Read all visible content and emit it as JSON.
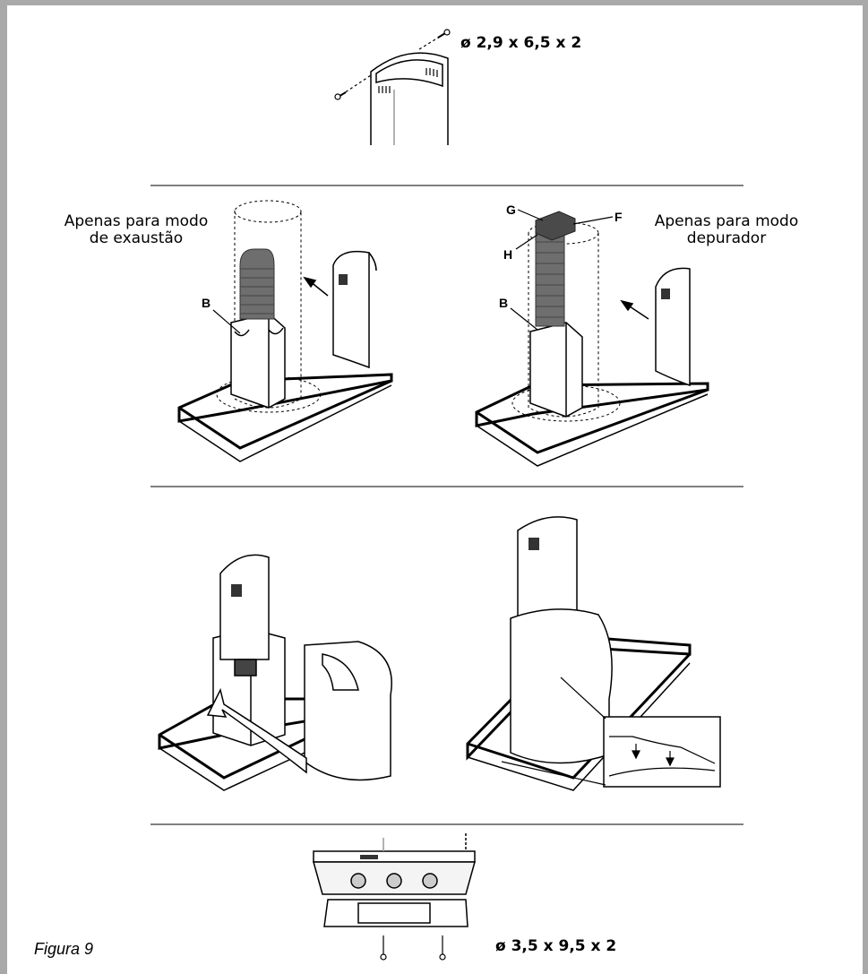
{
  "figure": {
    "caption": "Figura 9"
  },
  "step1": {
    "screw_spec": "ø 2,9 x 6,5 x 2"
  },
  "step2": {
    "left_label_line1": "Apenas para modo",
    "left_label_line2": "de exaustão",
    "right_label_line1": "Apenas para modo",
    "right_label_line2": "depurador",
    "part_b_left": "B",
    "part_b_right": "B",
    "part_g": "G",
    "part_f": "F",
    "part_h": "H"
  },
  "step4": {
    "screw_spec": "ø 3,5 x 9,5 x 2"
  },
  "colors": {
    "frame": "#a9a9a9",
    "divider": "#808080",
    "duct": "#6e6e6e",
    "line": "#000000"
  }
}
